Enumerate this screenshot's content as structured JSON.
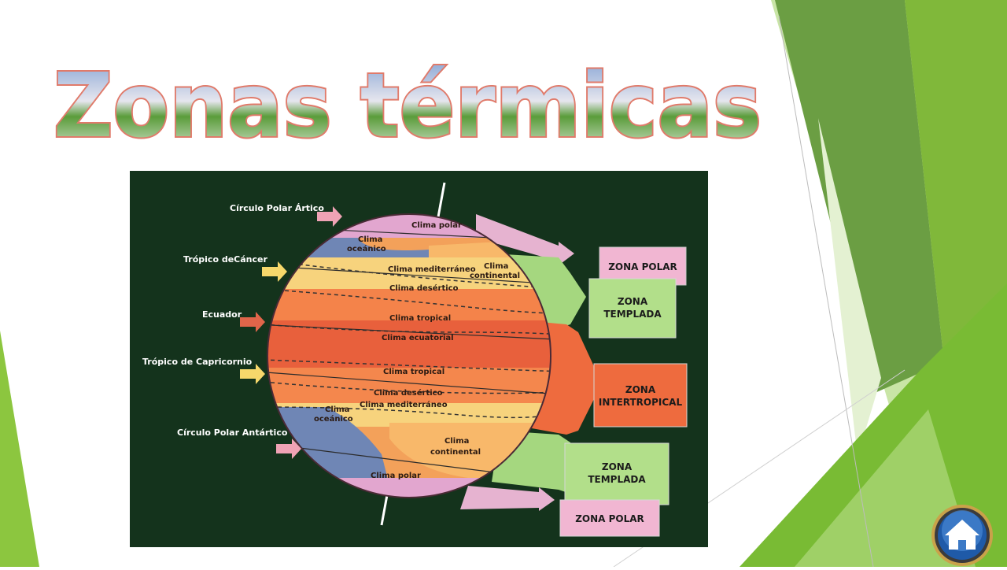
{
  "title": "Zonas térmicas",
  "diagram": {
    "left_labels": [
      "Círculo Polar Ártico",
      "Trópico deCáncer",
      "Ecuador",
      "Trópico de Capricornio",
      "Círculo Polar Antártico"
    ],
    "globe_labels": {
      "clima_polar_n": "Clima polar",
      "clima_oceanico_n_1": "Clima",
      "clima_oceanico_n_2": "oceánico",
      "clima_continental_n_1": "Clima",
      "clima_continental_n_2": "continental",
      "clima_mediterraneo_n": "Clima mediterráneo",
      "clima_desertico_n": "Clima desértico",
      "clima_tropical_n": "Clima tropical",
      "clima_ecuatorial": "Clima ecuatorial",
      "clima_tropical_s": "Clima tropical",
      "clima_desertico_s": "Clima desértico",
      "clima_mediterraneo_s": "Clima mediterráneo",
      "clima_oceanico_s_1": "Clima",
      "clima_oceanico_s_2": "oceánico",
      "clima_continental_s_1": "Clima",
      "clima_continental_s_2": "continental",
      "clima_polar_s": "Clima polar"
    },
    "zones": {
      "polar_n": "ZONA POLAR",
      "templada_n_1": "ZONA",
      "templada_n_2": "TEMPLADA",
      "intertropical_1": "ZONA",
      "intertropical_2": "INTERTROPICAL",
      "templada_s_1": "ZONA",
      "templada_s_2": "TEMPLADA",
      "polar_s": "ZONA POLAR"
    }
  },
  "colors": {
    "green_dark": "#5e9a3a",
    "green_mid": "#77b72f",
    "green_light": "#c8e2a4",
    "diagram_bg": "#14331c",
    "zona_polar": "#f1b6d2",
    "zona_templada": "#b2df8a",
    "zona_intertropical": "#ee6b3e"
  },
  "icons": {
    "home": "home-icon"
  }
}
